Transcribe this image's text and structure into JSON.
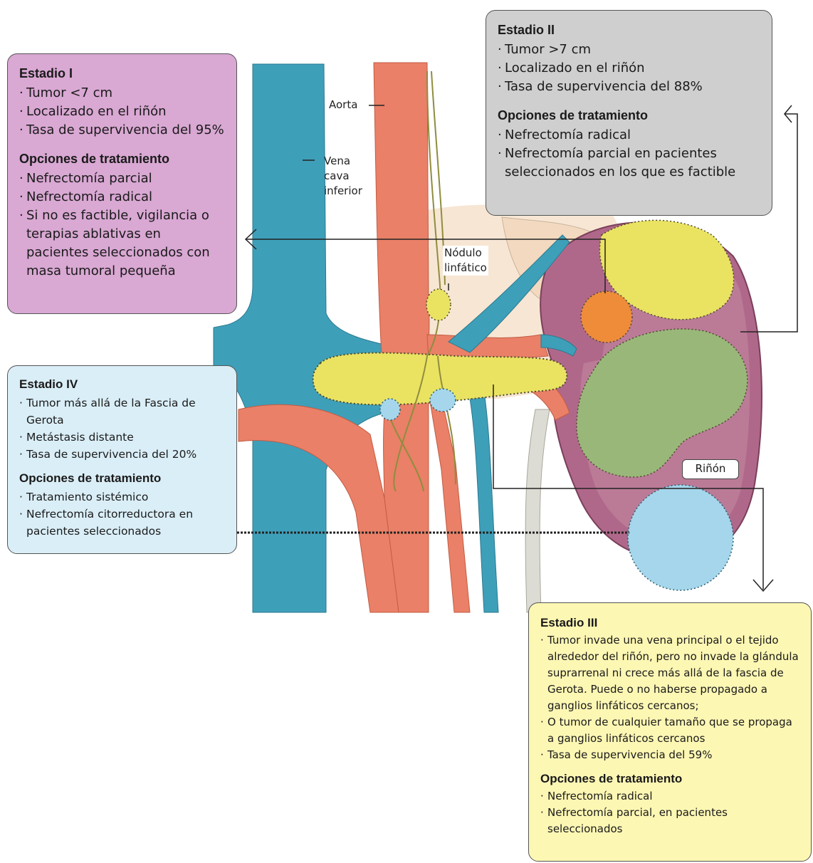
{
  "labels": {
    "aorta": "Aorta",
    "vena_cava": [
      "Vena",
      "cava",
      "inferior"
    ],
    "lymph_node": [
      "Nódulo",
      "linfático"
    ],
    "kidney": "Riñón"
  },
  "stage1": {
    "title": "Estadio I",
    "items": [
      "Tumor <7 cm",
      "Localizado en el riñón",
      "Tasa de supervivencia del 95%"
    ],
    "treatment_title": "Opciones de tratamiento",
    "treatments": [
      "Nefrectomía parcial",
      "Nefrectomía radical",
      "Si no es factible, vigilancia o terapias ablativas en pacientes seleccionados con masa tumoral pequeña"
    ]
  },
  "stage2": {
    "title": "Estadio II",
    "items": [
      "Tumor >7 cm",
      "Localizado en el riñón",
      "Tasa de supervivencia del 88%"
    ],
    "treatment_title": "Opciones de tratamiento",
    "treatments": [
      "Nefrectomía radical",
      "Nefrectomía parcial en pacientes seleccionados en los que es factible"
    ]
  },
  "stage3": {
    "title": "Estadio III",
    "items": [
      "Tumor invade una vena principal o el tejido alrededor del riñón, pero no invade la glándula suprarrenal ni crece más allá de la fascia de Gerota. Puede o no haberse propagado a ganglios linfáticos cercanos;",
      "O tumor de cualquier tamaño que se propaga a ganglios linfáticos cercanos",
      "Tasa de supervivencia del 59%"
    ],
    "treatment_title": "Opciones de tratamiento",
    "treatments": [
      "Nefrectomía radical",
      "Nefrectomía parcial, en pacientes seleccionados"
    ]
  },
  "stage4": {
    "title": "Estadio IV",
    "items": [
      "Tumor más allá de la Fascia de Gerota",
      "Metástasis distante",
      "Tasa de supervivencia del 20%"
    ],
    "treatment_title": "Opciones de tratamiento",
    "treatments": [
      "Tratamiento sistémico",
      "Nefrectomía citorreductora en pacientes seleccionados"
    ]
  },
  "colors": {
    "stage1_bg": "#d9a8d3",
    "stage2_bg": "#cfcfcf",
    "stage3_bg": "#fdf7b4",
    "stage4_bg": "#daeef7",
    "vein": "#3e9fb9",
    "artery": "#e98067",
    "kidney": "#b0688a",
    "tumor_small": "#ee8c3a",
    "tumor_yellow": "#eae362",
    "tumor_green": "#99b779",
    "metastasis": "#a5d6eb"
  }
}
